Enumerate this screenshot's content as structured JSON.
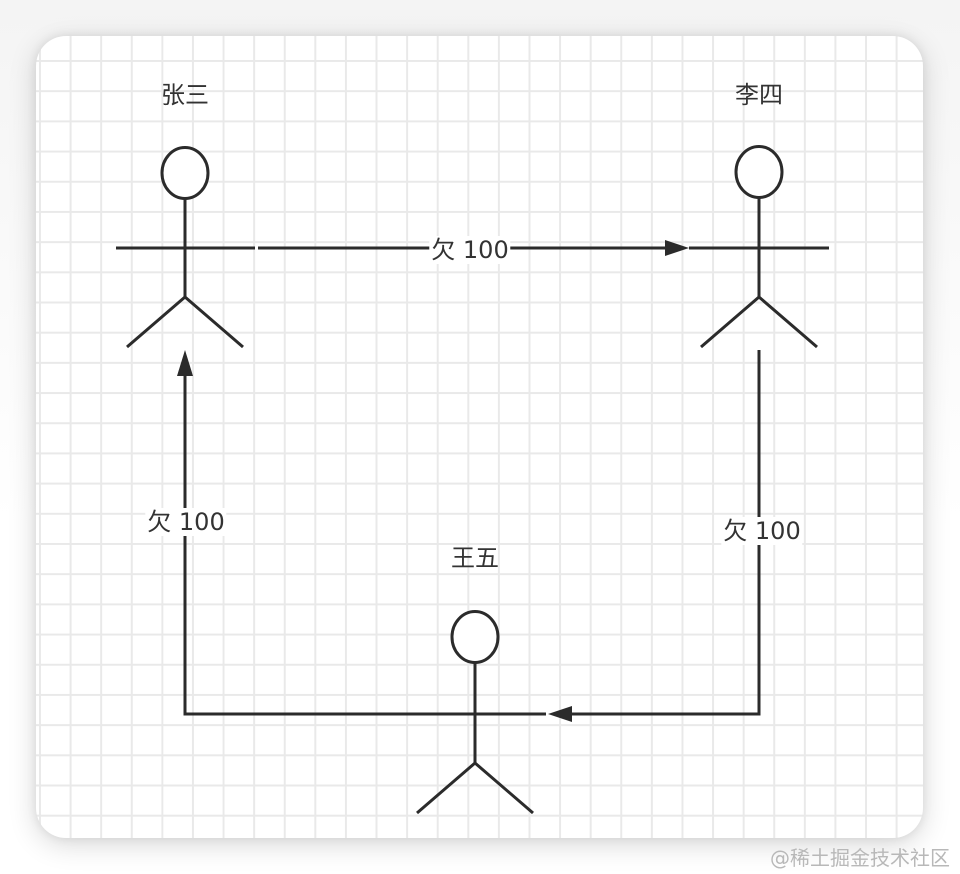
{
  "diagram": {
    "type": "uml-use-case-cycle",
    "stroke_color": "#2b2b2b",
    "grid_color": "#e9e9e9",
    "actors": [
      {
        "id": "zhangsan",
        "label": "张三"
      },
      {
        "id": "lisi",
        "label": "李四"
      },
      {
        "id": "wangwu",
        "label": "王五"
      }
    ],
    "edges": [
      {
        "from": "张三",
        "to": "李四",
        "label": "欠 100"
      },
      {
        "from": "李四",
        "to": "王五",
        "label": "欠 100"
      },
      {
        "from": "王五",
        "to": "张三",
        "label": "欠 100"
      }
    ]
  },
  "watermark": "@稀土掘金技术社区"
}
